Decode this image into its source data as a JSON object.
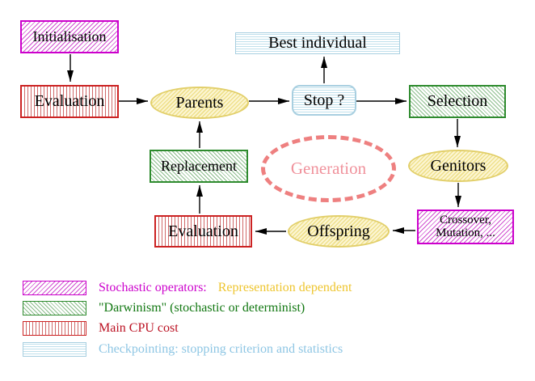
{
  "diagram": {
    "nodes": {
      "initialisation": "Initialisation",
      "evaluation_top": "Evaluation",
      "parents": "Parents",
      "best_individual": "Best individual",
      "stop": "Stop ?",
      "selection": "Selection",
      "replacement": "Replacement",
      "generation": "Generation",
      "genitors": "Genitors",
      "crossover_line1": "Crossover,",
      "crossover_line2": "Mutation, ...",
      "offspring": "Offspring",
      "evaluation_bottom": "Evaluation"
    },
    "edges": [
      "initialisation->evaluation_top",
      "evaluation_top->parents",
      "parents->stop",
      "stop->best_individual",
      "stop->selection",
      "selection->genitors",
      "genitors->crossover",
      "crossover->offspring",
      "offspring->evaluation_bottom",
      "evaluation_bottom->replacement",
      "replacement->parents"
    ]
  },
  "legend": {
    "items": [
      {
        "pattern": "magenta-diagonal-hatch",
        "label": "Stochastic operators:",
        "label2": "Representation dependent",
        "label_color": "#cc00cc",
        "label2_color": "#eec52e"
      },
      {
        "pattern": "green-diagonal-hatch",
        "label": "\"Darwinism\" (stochastic or determinist)",
        "label_color": "#117711"
      },
      {
        "pattern": "red-vertical-lines",
        "label": "Main CPU cost",
        "label_color": "#bb1122"
      },
      {
        "pattern": "cyan-horizontal-lines",
        "label": "Checkpointing: stopping criterion and statistics",
        "label_color": "#8ec6e4"
      }
    ]
  },
  "colors": {
    "magenta_border": "#cc00cc",
    "red_border": "#cc2222",
    "green_border": "#2e8b2e",
    "cyan_border": "#a8cfe0",
    "yellow_border": "#e2cf6a",
    "generation_dash": "#ee8080",
    "generation_text": "#f0929c",
    "arrow": "#000000",
    "background": "#ffffff"
  }
}
